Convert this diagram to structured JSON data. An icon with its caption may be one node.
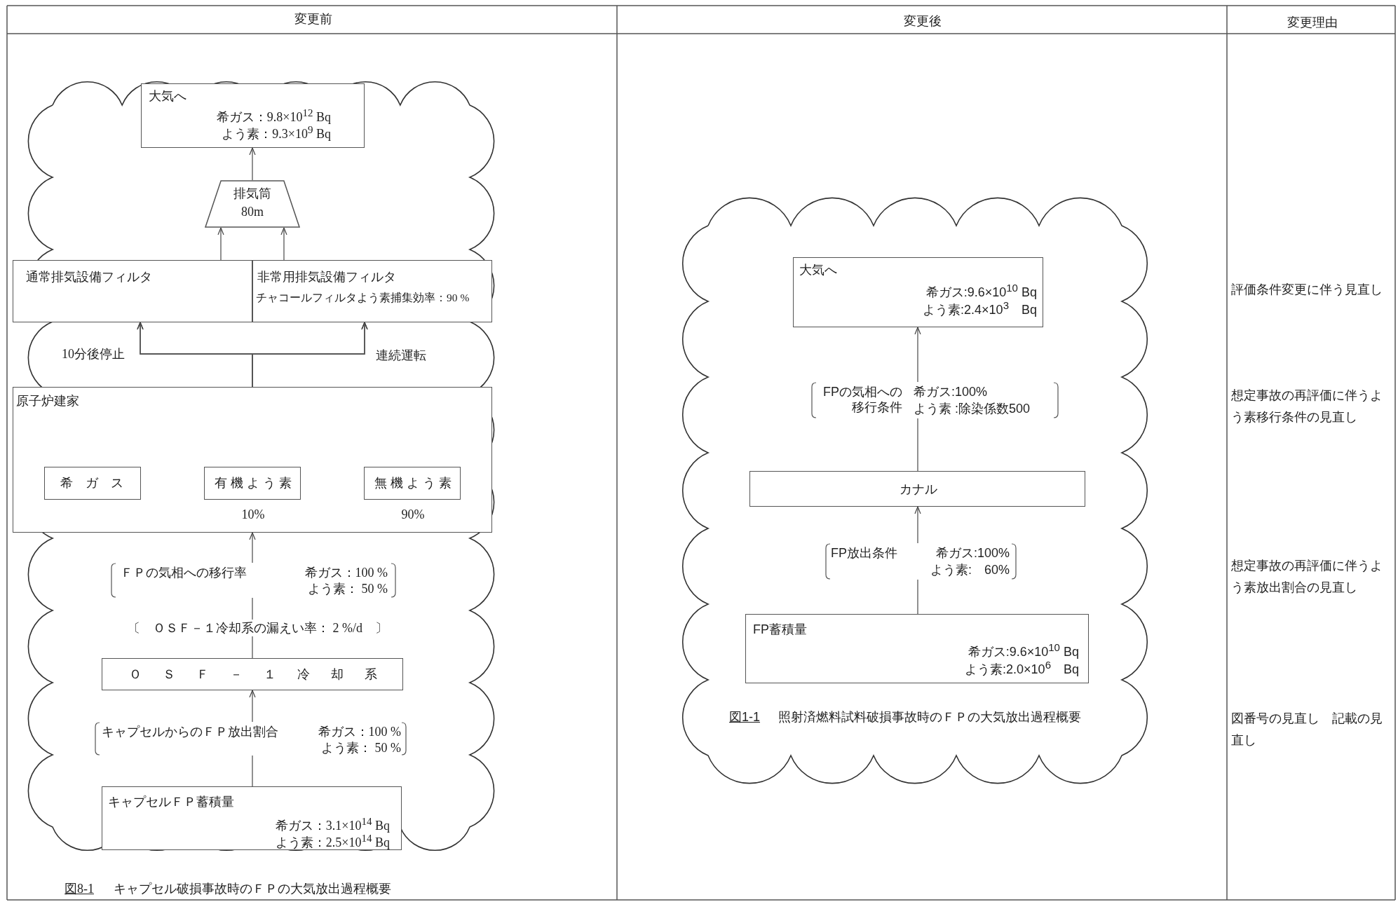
{
  "diagram": {
    "nodes": [
      {
        "text": [
          "大気へ",
          "希ガス：9.8×10$^{12}$ Bq",
          "よう素：9.3×10$^{9}$ Bq"
        ]
      },
      {
        "text": [
          "排気筒",
          "80m"
        ]
      },
      {
        "text": [
          "通常排気設備フィルタ"
        ]
      },
      {
        "text": [
          "非常用排気設備フィルタ",
          "チャコールフィルタよう素捕集効率：90 %"
        ]
      },
      {
        "text": [
          "原子炉建家"
        ]
      },
      {
        "text": [
          "希ガス"
        ],
        "in": 4
      },
      {
        "text": [
          "有機よう素"
        ],
        "in": 4,
        "beside": [
          "10%"
        ]
      },
      {
        "text": [
          "無機よう素"
        ],
        "in": 4,
        "beside": [
          "90%"
        ]
      },
      {
        "text": [
          "ＦＰの気相への移行率",
          "希ガス：100 %",
          "よう素： 50 %"
        ]
      },
      {
        "text": [
          "〔　ＯＳＦ－１冷却系の漏えい率： 2 %/d　〕"
        ]
      },
      {
        "text": [
          "ＯＳＦ－１冷却系"
        ]
      },
      {
        "text": [
          "キャプセルからのＦＰ放出割合",
          "希ガス：100 %",
          "よう素： 50 %"
        ]
      },
      {
        "text": [
          "キャプセルＦＰ蓄積量",
          "希ガス：3.1×10$^{14}$ Bq",
          "よう素：2.5×10$^{14}$ Bq"
        ]
      },
      {
        "text": [
          "大気へ",
          "希ガス:9.6×10$^{10}$ Bq",
          "よう素:2.4×10$^{3}$　Bq"
        ]
      },
      {
        "text": [
          "FPの気相への移行条件",
          "希ガス:100%",
          "よう素 :除染係数500"
        ]
      },
      {
        "text": [
          "カナル"
        ]
      },
      {
        "text": [
          "FP放出条件",
          "希ガス:100%",
          "よう素:　60%"
        ]
      },
      {
        "text": [
          "FP蓄積量",
          "希ガス:9.6×10$^{10}$ Bq",
          "よう素:2.0×10$^{6}$　Bq"
        ]
      }
    ],
    "edges": [
      {
        "from": 1,
        "to": 0,
        "arrow": "to"
      },
      {
        "from": 2,
        "to": 1,
        "arrow": "to"
      },
      {
        "from": 3,
        "to": 1,
        "arrow": "to"
      },
      {
        "from": 5,
        "to": 2,
        "arrow": "to"
      },
      {
        "from": 5,
        "to": 3,
        "arrow": "to"
      },
      {
        "from": 6,
        "to": 2,
        "arrow": "to"
      },
      {
        "from": 6,
        "to": 3,
        "arrow": "to"
      },
      {
        "from": 7,
        "to": 2,
        "arrow": "to"
      },
      {
        "from": 7,
        "to": 3,
        "arrow": "to"
      },
      {
        "from": 8,
        "to": 4,
        "arrow": "to"
      },
      {
        "from": 9,
        "to": 8,
        "arrow": "none"
      },
      {
        "from": 10,
        "to": 9,
        "arrow": "none"
      },
      {
        "from": 11,
        "to": 10,
        "arrow": "to"
      },
      {
        "from": 12,
        "to": 11,
        "arrow": "none"
      },
      {
        "from": 14,
        "to": 13,
        "arrow": "to"
      },
      {
        "from": 15,
        "to": 14,
        "arrow": "none"
      },
      {
        "from": 16,
        "to": 15,
        "arrow": "to"
      },
      {
        "from": 17,
        "to": 16,
        "arrow": "none"
      }
    ],
    "labels": [
      "変更前",
      "変更後",
      "変更理由",
      "10分後停止",
      "連続運転",
      "図8-1",
      "キャプセル破損事故時のＦＰの大気放出過程概要",
      "図1-1",
      "照射済燃料試料破損事故時のＦＰの大気放出過程概要",
      "評価条件変更に伴う見直し",
      "想定事故の再評価に伴うよう素移行条件の見直し",
      "想定事故の再評価に伴うよう素放出割合の見直し",
      "図番号の見直し　記載の見直し"
    ]
  }
}
